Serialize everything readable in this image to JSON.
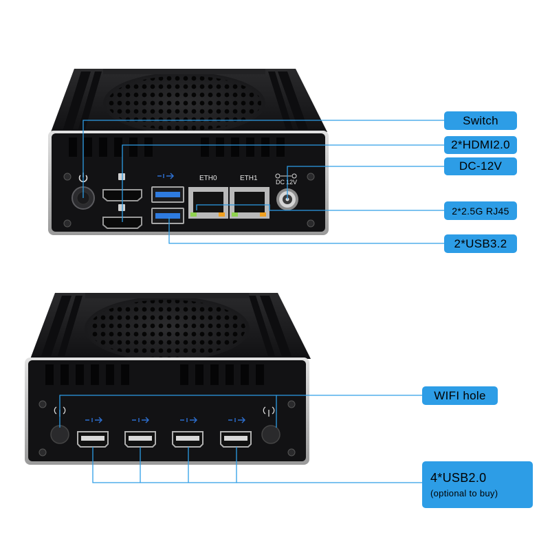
{
  "top_unit": {
    "port_labels": {
      "eth0": "ETH0",
      "eth1": "ETH1",
      "dc_top": "DC",
      "dc_volt": "12V"
    },
    "callouts": {
      "switch": "Switch",
      "hdmi": "2*HDMI2.0",
      "dc": "DC-12V",
      "rj45": "2*2.5G RJ45",
      "usb32": "2*USB3.2"
    }
  },
  "bottom_unit": {
    "callouts": {
      "wifi": "WIFI hole",
      "usb20": "4*USB2.0",
      "usb20_note": "(optional to buy)"
    }
  },
  "colors": {
    "callout": "#2d9de6",
    "leader": "#2d9de6",
    "chassis": "#1b1b1d",
    "bezel": "#c8c8c8"
  },
  "icons": [
    "power-icon",
    "hdmi-icon",
    "usb-superspeed-icon",
    "wifi-antenna-icon",
    "dc-polarity-icon"
  ]
}
